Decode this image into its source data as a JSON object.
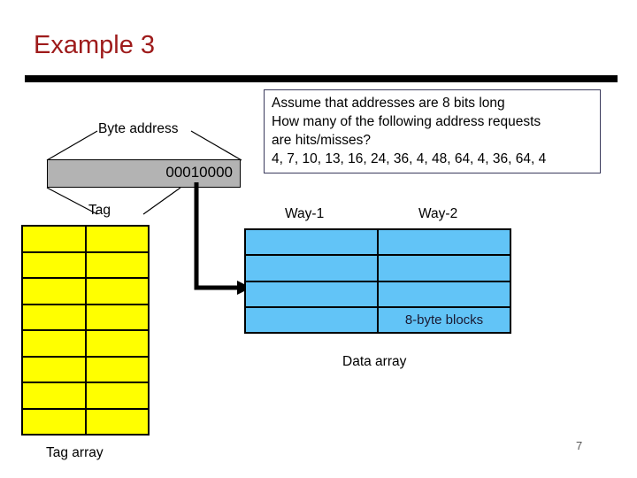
{
  "slide": {
    "title": "Example 3",
    "number": "7"
  },
  "assumption": {
    "lines": [
      "Assume that addresses are 8 bits long",
      "How many of the following address requests",
      "are hits/misses?",
      "4, 7, 10, 13, 16, 24, 36, 4, 48, 64, 4, 36, 64, 4"
    ]
  },
  "address": {
    "top_label": "Byte address",
    "bits": "00010000",
    "bottom_label": "Tag"
  },
  "tag_array": {
    "caption": "Tag array",
    "columns": 2,
    "rows": 8,
    "cell_color": "#ffff00"
  },
  "data_array": {
    "caption": "Data array",
    "columns": 2,
    "rows": 4,
    "cell_color": "#62c4f7",
    "way_labels": [
      "Way-1",
      "Way-2"
    ],
    "block_label": "8-byte blocks"
  },
  "colors": {
    "title": "#9E1B1B",
    "rule": "#000000",
    "address_bar": "#b3b3b3",
    "tag_cell": "#ffff00",
    "data_cell": "#62c4f7"
  }
}
